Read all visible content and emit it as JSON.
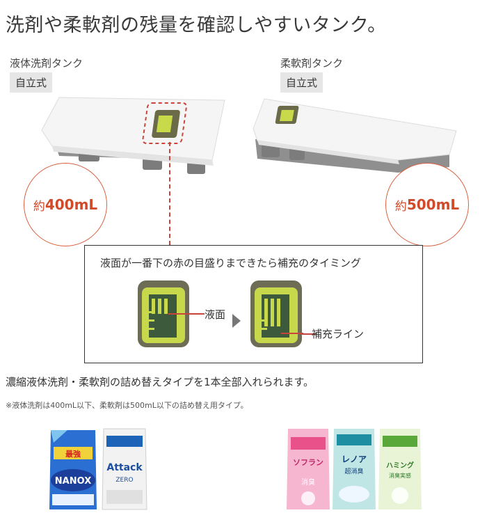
{
  "headline": "洗剤や柔軟剤の残量を確認しやすいタンク。",
  "tanks": [
    {
      "label": "液体洗剤タンク",
      "badge": "自立式",
      "volume_prefix": "約",
      "volume": "400mL"
    },
    {
      "label": "柔軟剤タンク",
      "badge": "自立式",
      "volume_prefix": "約",
      "volume": "500mL"
    }
  ],
  "timing": {
    "title": "液面が一番下の赤の目盛りまできたら補充のタイミング",
    "surface_label": "液面",
    "refill_line_label": "補充ライン"
  },
  "description": "濃縮液体洗剤・柔軟剤の詰め替えタイプを1本全部入れられます。",
  "note": "※液体洗剤は400mL以下、柔軟剤は500mL以下の詰め替え用タイプ。",
  "products": {
    "detergents": [
      {
        "brand": "NANOX",
        "top_text": "最強"
      },
      {
        "brand": "Attack",
        "sub": "ZERO"
      }
    ],
    "softeners": [
      {
        "brand": "ソフラン",
        "sub": "消臭"
      },
      {
        "brand": "レノア",
        "sub": "超消臭"
      },
      {
        "brand": "ハミング",
        "sub": "消臭実感"
      }
    ]
  },
  "colors": {
    "accent": "#d14a2a",
    "tank_body": "#f7f7f7",
    "tank_base": "#8d8d8d",
    "liquid": "#c7d94a"
  }
}
